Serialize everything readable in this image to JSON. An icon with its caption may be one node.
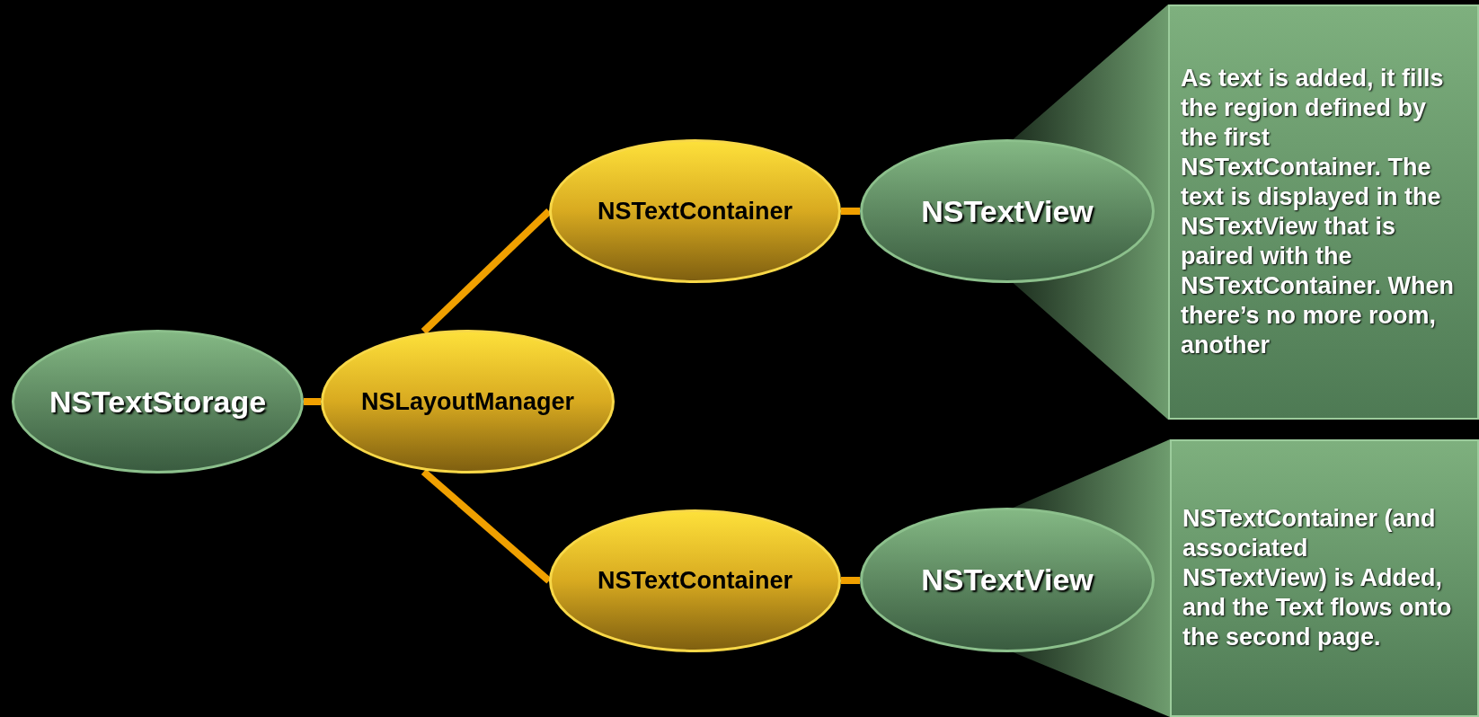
{
  "diagram": {
    "nodes": [
      {
        "text": [
          "NSTextStorage"
        ]
      },
      {
        "text": [
          "NSLayoutManager"
        ]
      },
      {
        "text": [
          "NSTextContainer"
        ]
      },
      {
        "text": [
          "NSTextView"
        ]
      },
      {
        "text": [
          "NSTextContainer"
        ]
      },
      {
        "text": [
          "NSTextView"
        ]
      },
      {
        "text": [
          "As text is added, it fills the region defined by the first NSTextContainer. The text is displayed in the NSTextView that is paired with the NSTextContainer. When there’s no more room, another"
        ]
      },
      {
        "text": [
          "NSTextContainer (and associated NSTextView) is Added, and the Text flows onto the second page."
        ]
      }
    ],
    "edges": [
      {
        "from": 0,
        "to": 1,
        "arrow": "none"
      },
      {
        "from": 1,
        "to": 2,
        "arrow": "none"
      },
      {
        "from": 1,
        "to": 4,
        "arrow": "none"
      },
      {
        "from": 2,
        "to": 3,
        "arrow": "none"
      },
      {
        "from": 4,
        "to": 5,
        "arrow": "none"
      },
      {
        "from": 3,
        "to": 6,
        "arrow": "none"
      },
      {
        "from": 5,
        "to": 7,
        "arrow": "none"
      }
    ]
  }
}
